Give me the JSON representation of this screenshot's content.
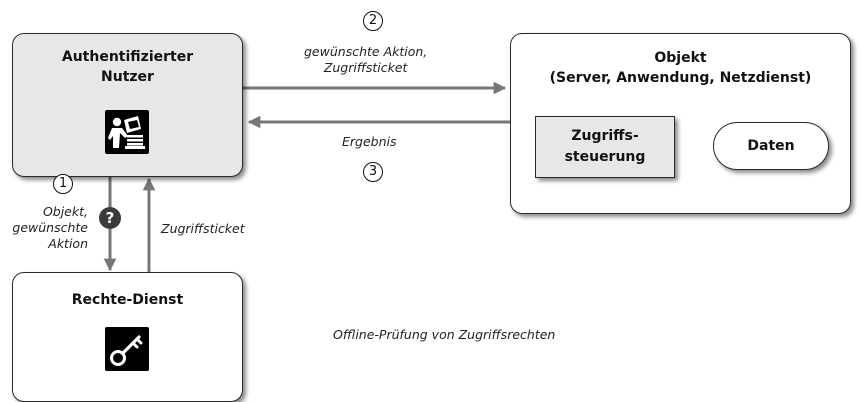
{
  "user_box": {
    "title_line1": "Authentifizierter",
    "title_line2": "Nutzer"
  },
  "object_box": {
    "title_line1": "Objekt",
    "title_line2": "(Server, Anwendung, Netzdienst)",
    "access_control_line1": "Zugriffs-",
    "access_control_line2": "steuerung",
    "data_label": "Daten"
  },
  "rights_box": {
    "title": "Rechte-Dienst"
  },
  "arrows": {
    "request_line1": "gewünschte Aktion,",
    "request_line2": "Zugriffsticket",
    "result": "Ergebnis",
    "query_line1": "Objekt,",
    "query_line2": "gewünschte",
    "query_line3": "Aktion",
    "ticket": "Zugriffsticket"
  },
  "steps": {
    "one": "1",
    "two": "2",
    "three": "3"
  },
  "question_mark": "?",
  "caption": "Offline-Prüfung von Zugriffsrechten",
  "icons": [
    "user-at-terminal-icon",
    "key-icon"
  ],
  "colors": {
    "arrow": "#777777",
    "box_fill": "#e7e7e7",
    "icon_tile": "#000000"
  }
}
